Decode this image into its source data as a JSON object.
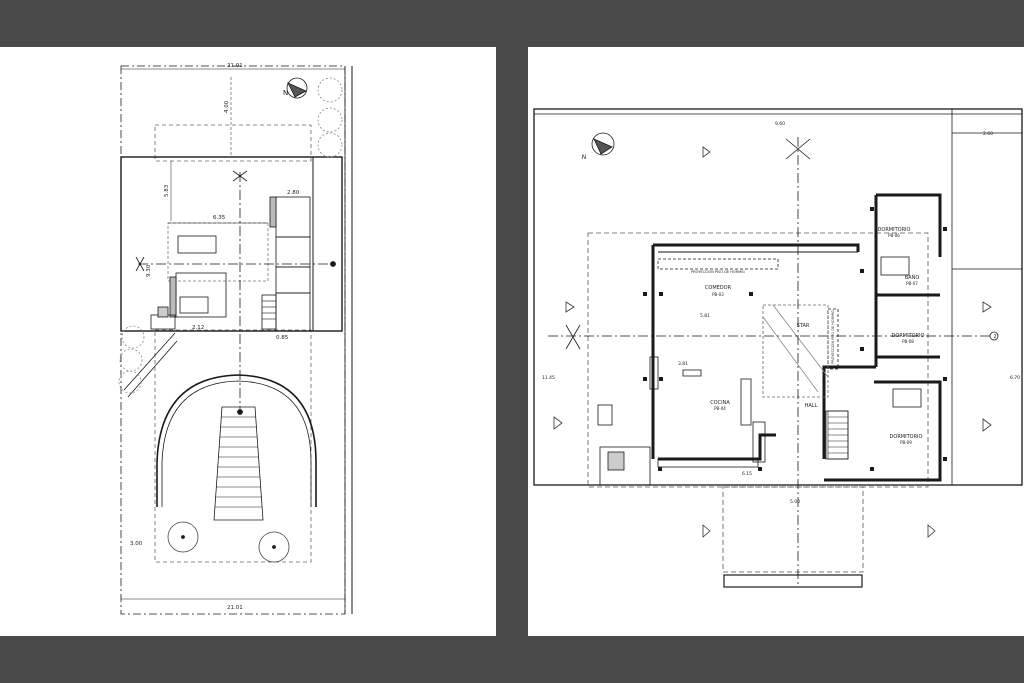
{
  "background_color": "#4a4a4a",
  "sheet_color": "#ffffff",
  "line_color": "#1a1a1a",
  "site_plan": {
    "north": "N",
    "dim_top": "21.01",
    "dim_bottom": "21.01",
    "dim_front_setback": "4.00",
    "dim_side": "5.83",
    "dim_width": "6.35",
    "dim_bath": "2.80",
    "dim_depth": "9.30",
    "dim_small": "2.12",
    "dim_right": "0.85",
    "dim_garden": "3.00"
  },
  "floor_plan": {
    "north": "N",
    "rooms": {
      "comedor": "COMEDOR",
      "comedor_code": "PB-03",
      "cocina": "COCINA",
      "cocina_code": "PB-04",
      "hall": "HALL",
      "star": "STAR",
      "dormitorio_1": "DORMITORIO",
      "dormitorio_1_code": "PB-06",
      "bano": "BAÑO",
      "bano_code": "PB-07",
      "dormitorio_2": "DORMITORIO",
      "dormitorio_2_code": "PB-08",
      "dormitorio_3": "DORMITORIO",
      "dormitorio_3_code": "PB-09"
    },
    "notes": {
      "proyeccion_top": "PROYECCION PISO DE HORMIG",
      "proyeccion_side": "PROYECCION PISO DE HORMIG"
    },
    "dims": {
      "top": "9.60",
      "right_top": "2.60",
      "left": "11.45",
      "right": "6.70",
      "bottom": "5.00",
      "bottom2": "6.15",
      "mid": "5.81",
      "kitchen": "3.81"
    },
    "axis_label": "2"
  }
}
